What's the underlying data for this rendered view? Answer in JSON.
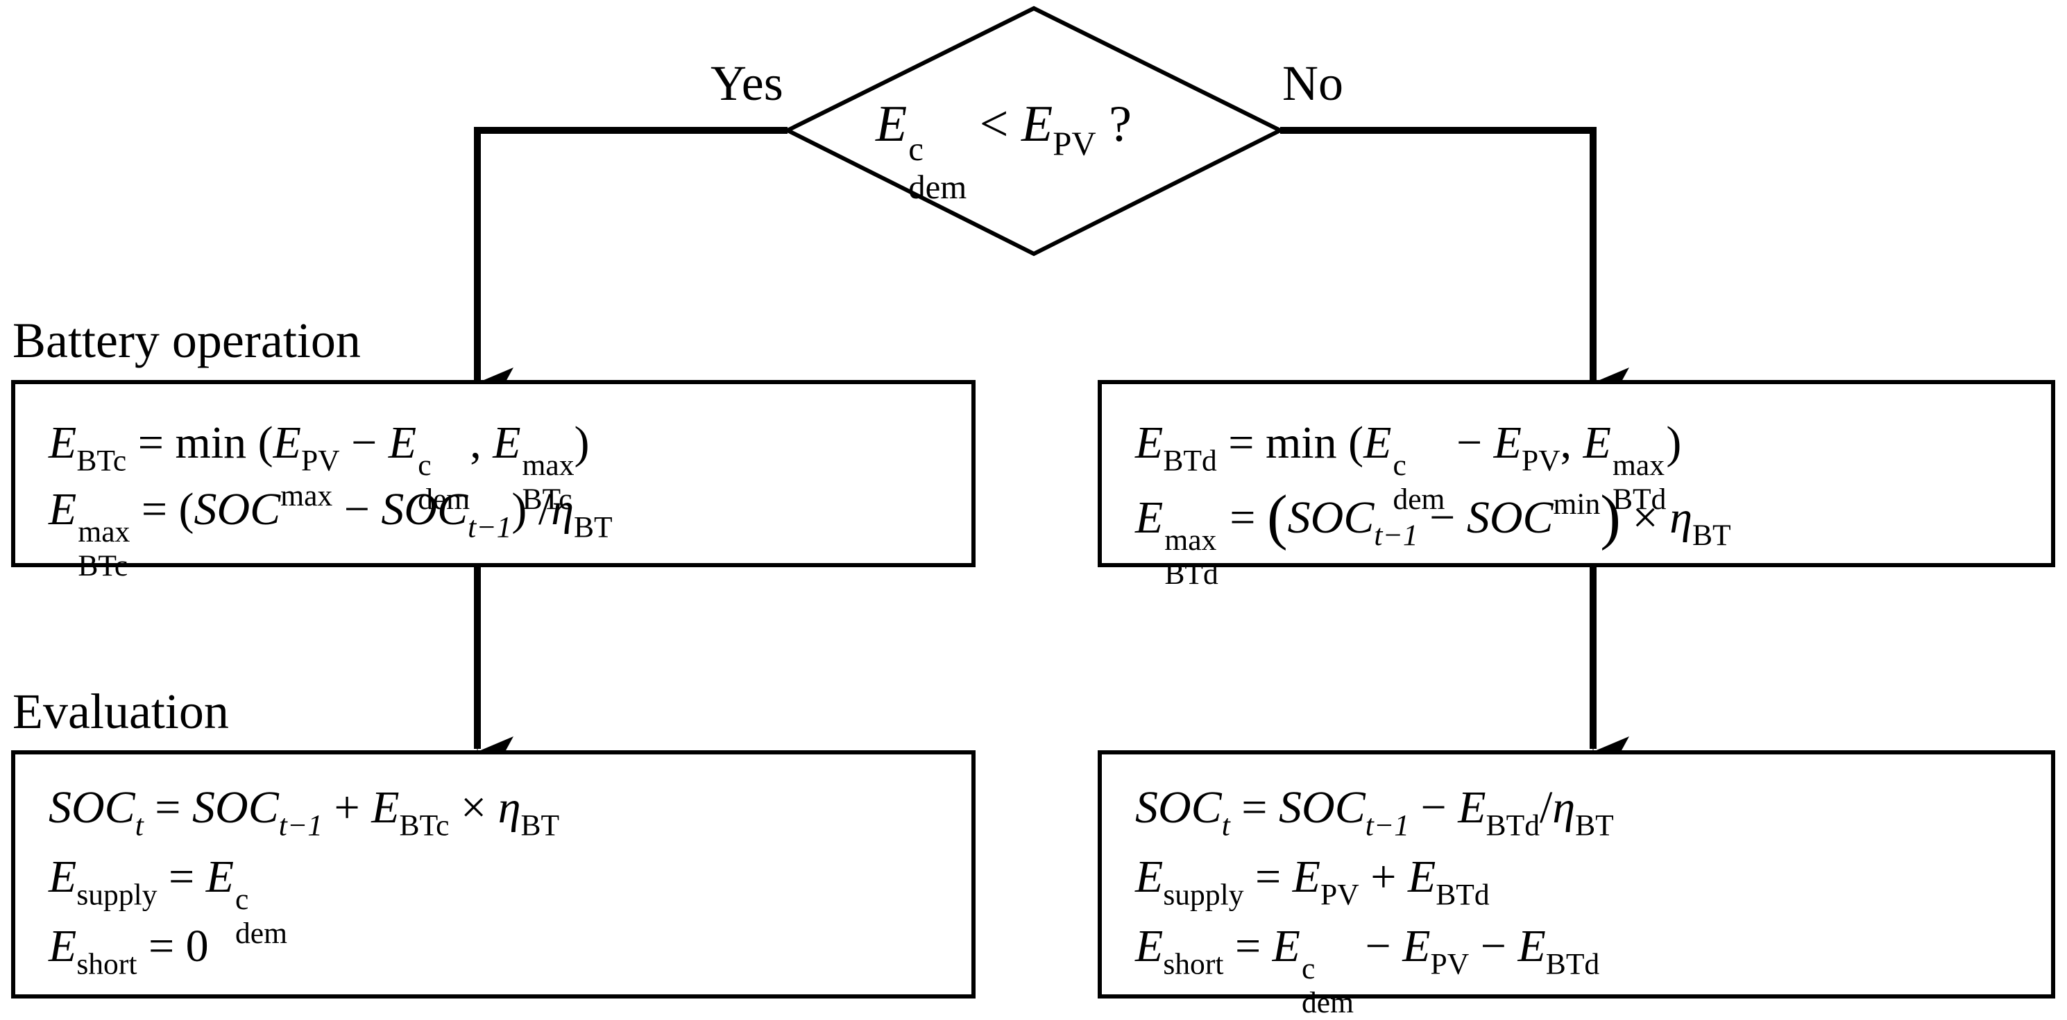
{
  "decision": {
    "E": "E",
    "sup_c": "c",
    "sub_dem": "dem",
    "lt": " < ",
    "E2": "E",
    "sub_pv": "PV",
    "q": " ?"
  },
  "branches": {
    "yes": "Yes",
    "no": "No"
  },
  "sections": {
    "battery": "Battery operation",
    "evaluation": "Evaluation"
  },
  "battery_left": {
    "l1": {
      "E": "E",
      "sub": "BTc",
      "eq": " = min (",
      "E2": "E",
      "sub2": "PV",
      "minus": " − ",
      "E3": "E",
      "sup3": "c",
      "sub3": "dem",
      "comma": ", ",
      "E4": "E",
      "sup4": "max",
      "sub4": "BTc",
      "close": ")"
    },
    "l2": {
      "E": "E",
      "sup": "max",
      "sub": "BTc",
      "eq": " = (",
      "soc": "SOC",
      "sup_max": "max",
      "minus": " − ",
      "soc2": "SOC",
      "sub_t1": "t−1",
      "close": ") /",
      "eta": "η",
      "sub_eta": "BT"
    }
  },
  "battery_right": {
    "l1": {
      "E": "E",
      "sub": "BTd",
      "eq": " = min (",
      "E2": "E",
      "sup2": "c",
      "sub2": "dem",
      "minus": " − ",
      "E3": "E",
      "sub3": "PV",
      "comma": ", ",
      "E4": "E",
      "sup4": "max",
      "sub4": "BTd",
      "close": ")"
    },
    "l2": {
      "E": "E",
      "sup": "max",
      "sub": "BTd",
      "eq": " = ",
      "open": "(",
      "soc": "SOC",
      "sub_t1": "t−1",
      "minus": " − ",
      "soc2": "SOC",
      "sup_min": "min",
      "close": ")",
      "times": " × ",
      "eta": "η",
      "sub_eta": "BT"
    }
  },
  "eval_left": {
    "l1": {
      "soc": "SOC",
      "sub_t": "t",
      "eq": " = ",
      "soc2": "SOC",
      "sub_t1": "t−1",
      "plus": " + ",
      "E": "E",
      "sub": "BTc",
      "times": " × ",
      "eta": "η",
      "sub_eta": "BT"
    },
    "l2": {
      "E": "E",
      "sub": "supply",
      "eq": " = ",
      "E2": "E",
      "sup2": "c",
      "sub2": "dem"
    },
    "l3": {
      "E": "E",
      "sub": "short",
      "eq": " = 0"
    }
  },
  "eval_right": {
    "l1": {
      "soc": "SOC",
      "sub_t": "t",
      "eq": " = ",
      "soc2": "SOC",
      "sub_t1": "t−1",
      "minus": " − ",
      "E": "E",
      "sub": "BTd",
      "slash": "/",
      "eta": "η",
      "sub_eta": "BT"
    },
    "l2": {
      "E": "E",
      "sub": "supply",
      "eq": " = ",
      "E2": "E",
      "sub2": "PV",
      "plus": " + ",
      "E3": "E",
      "sub3": "BTd"
    },
    "l3": {
      "E": "E",
      "sub": "short",
      "eq": " = ",
      "E2": "E",
      "sup2": "c",
      "sub2": "dem",
      "minus": " − ",
      "E3": "E",
      "sub3": "PV",
      "minus2": " − ",
      "E4": "E",
      "sub4": "BTd"
    }
  }
}
